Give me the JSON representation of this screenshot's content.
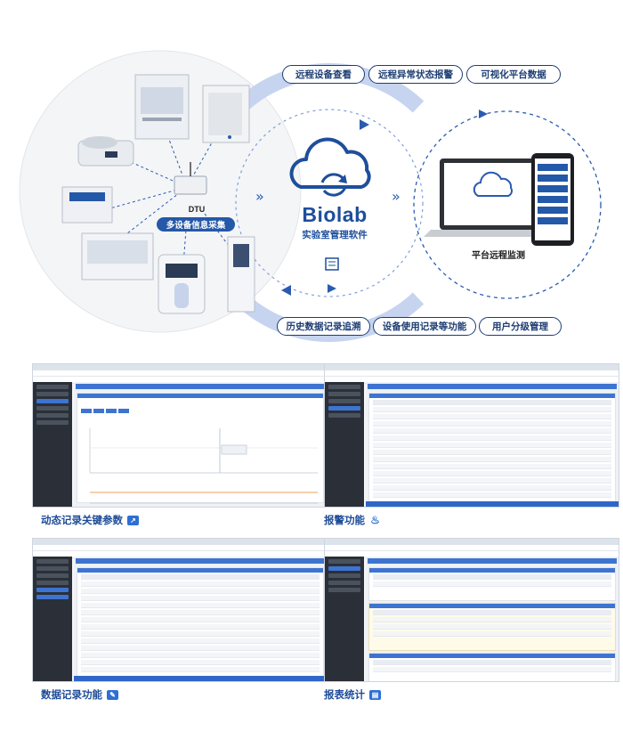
{
  "hero": {
    "features_top": [
      "远程设备查看",
      "远程异常状态报警",
      "可视化平台数据"
    ],
    "features_bottom": [
      "历史数据记录追溯",
      "设备使用记录等功能",
      "用户分级管理"
    ],
    "brand_name": "Biolab",
    "brand_sub": "实验室管理软件",
    "dtu_label": "DTU",
    "dtu_badge": "多设备信息采集",
    "monitor_label": "平台远程监测",
    "icons": [
      "cloud-sync-icon",
      "chevron-right-double-icon",
      "building-icon"
    ],
    "colors": {
      "accent": "#1e4e9c",
      "ring": "#6f8fd0"
    }
  },
  "screens": [
    {
      "caption": "动态记录关键参数",
      "icon": "line-chart-icon"
    },
    {
      "caption": "报警功能",
      "icon": "alarm-bell-icon"
    },
    {
      "caption": "数据记录功能",
      "icon": "edit-icon"
    },
    {
      "caption": "报表统计",
      "icon": "report-icon"
    }
  ]
}
